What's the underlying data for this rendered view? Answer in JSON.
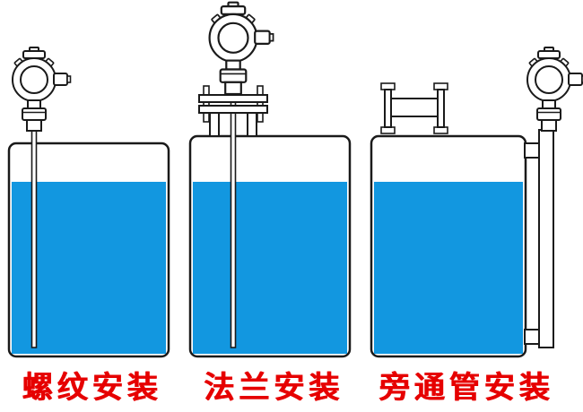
{
  "colors": {
    "liquid": "#1297e0",
    "outline": "#1a1a1a",
    "label": "#e60000"
  },
  "tanks": [
    {
      "id": "threaded",
      "label": "螺纹安装"
    },
    {
      "id": "flange",
      "label": "法兰安装"
    },
    {
      "id": "bypass",
      "label": "旁通管安装"
    }
  ]
}
